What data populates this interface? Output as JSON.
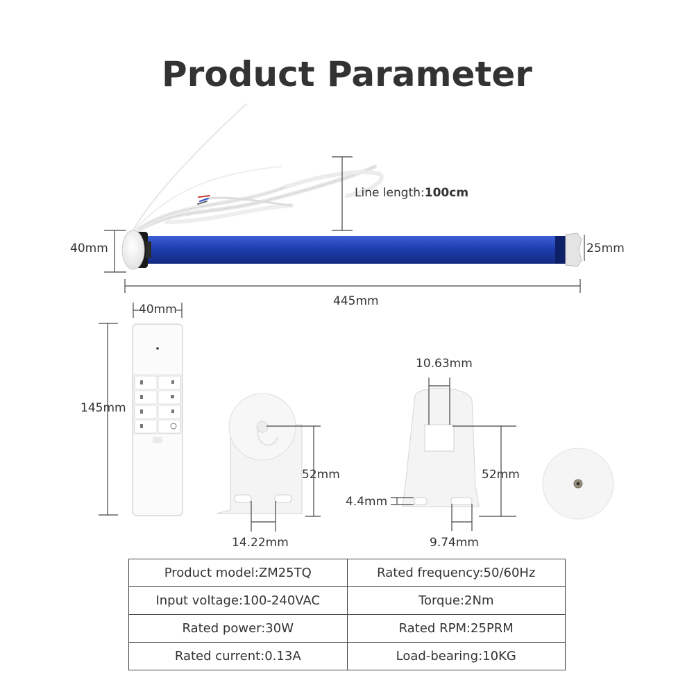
{
  "title": "Product Parameter",
  "motor": {
    "line_length_label": "Line length:",
    "line_length_value": "100cm",
    "height_left": "40mm",
    "height_right": "25mm",
    "length": "445mm"
  },
  "remote": {
    "width": "40mm",
    "height": "145mm"
  },
  "bracket1": {
    "height": "52mm",
    "slot_spacing": "14.22mm"
  },
  "bracket2": {
    "top_width": "10.63mm",
    "height": "52mm",
    "slot_height": "4.4mm",
    "slot_width": "9.74mm"
  },
  "colors": {
    "tube": "#1f3fb0",
    "text": "#333333"
  },
  "specs": [
    [
      "Product model:ZM25TQ",
      "Rated frequency:50/60Hz"
    ],
    [
      "Input voltage:100-240VAC",
      "Torque:2Nm"
    ],
    [
      "Rated power:30W",
      "Rated RPM:25PRM"
    ],
    [
      "Rated current:0.13A",
      "Load-bearing:10KG"
    ]
  ]
}
